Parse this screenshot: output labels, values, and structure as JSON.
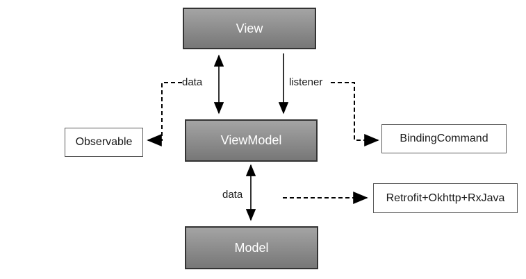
{
  "nodes": {
    "view": {
      "label": "View"
    },
    "viewmodel": {
      "label": "ViewModel"
    },
    "model": {
      "label": "Model"
    },
    "observable": {
      "label": "Observable"
    },
    "binding_command": {
      "label": "BindingCommand"
    },
    "network": {
      "label": "Retrofit+Okhttp+RxJava"
    }
  },
  "edges": {
    "view_viewmodel_data": {
      "label": "data",
      "style": "dashed-elbow-to-observable"
    },
    "view_viewmodel_listener": {
      "label": "listener",
      "style": "dashed-elbow-to-bindingcommand"
    },
    "viewmodel_model_data": {
      "label": "data",
      "style": "solid-double-arrow"
    }
  },
  "colors": {
    "gray_box_top": "#a4a4a4",
    "gray_box_bottom": "#777777",
    "gray_box_border": "#333333",
    "white_box_border": "#595959",
    "line_color": "#000000",
    "label_color": "#1a1a1a"
  }
}
